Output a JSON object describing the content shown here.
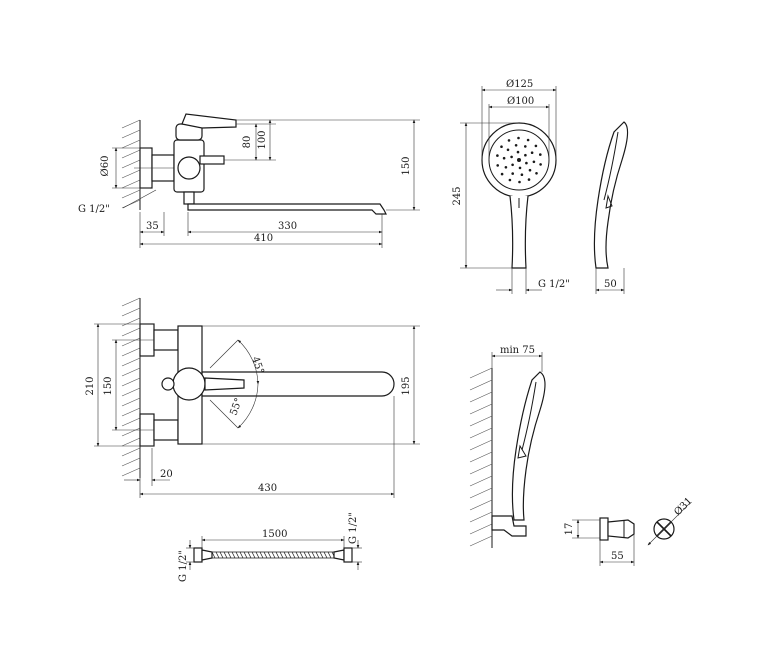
{
  "dimensions": {
    "side_view": {
      "d60": "Ø60",
      "thread": "G 1/2\"",
      "d35": "35",
      "d330": "330",
      "d410": "410",
      "d80": "80",
      "d100": "100",
      "d150": "150"
    },
    "hand_shower": {
      "d125": "Ø125",
      "d100": "Ø100",
      "d245": "245",
      "thread": "G 1/2\"",
      "d50": "50"
    },
    "top_view": {
      "d210": "210",
      "d150": "150",
      "a45": "45°",
      "a55": "55°",
      "d195": "195",
      "d20": "20",
      "d430": "430"
    },
    "hose": {
      "d1500": "1500",
      "thread_left": "G 1/2\"",
      "thread_right": "G 1/2\""
    },
    "holder": {
      "min75": "min 75",
      "d17": "17",
      "d55": "55",
      "d31": "Ø31"
    }
  },
  "colors": {
    "line": "#1a1a1a",
    "background": "#ffffff"
  }
}
